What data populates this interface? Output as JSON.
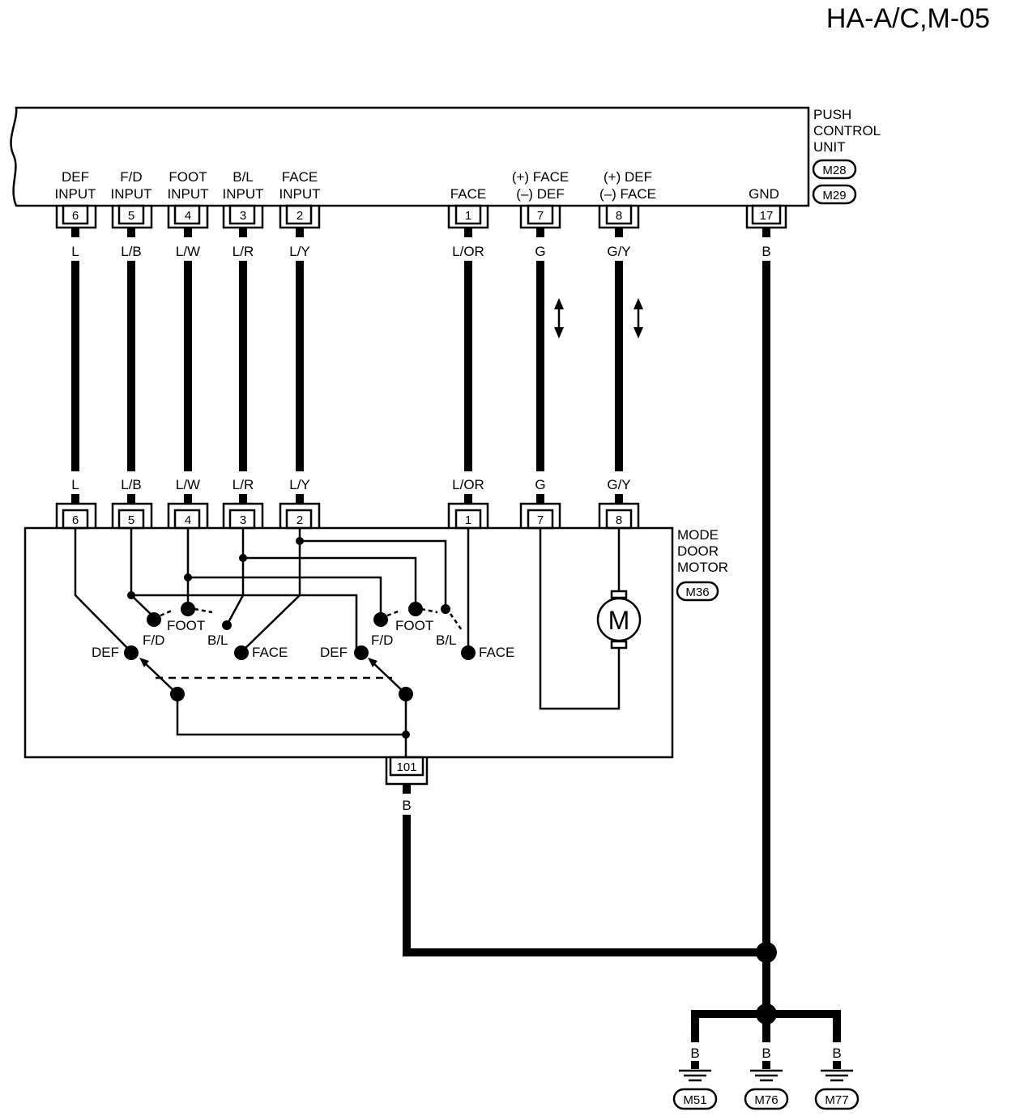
{
  "page_id": "HA-A/C,M-05",
  "push_control_unit": {
    "name_lines": [
      "PUSH",
      "CONTROL",
      "UNIT"
    ],
    "connectors": [
      "M28",
      "M29"
    ],
    "terminals": [
      {
        "label_lines": [
          "DEF",
          "INPUT"
        ],
        "pin": "6"
      },
      {
        "label_lines": [
          "F/D",
          "INPUT"
        ],
        "pin": "5"
      },
      {
        "label_lines": [
          "FOOT",
          "INPUT"
        ],
        "pin": "4"
      },
      {
        "label_lines": [
          "B/L",
          "INPUT"
        ],
        "pin": "3"
      },
      {
        "label_lines": [
          "FACE",
          "INPUT"
        ],
        "pin": "2"
      },
      {
        "label_lines": [
          "FACE"
        ],
        "pin": "1"
      },
      {
        "label_lines": [
          "(+) FACE",
          "(–) DEF"
        ],
        "pin": "7"
      },
      {
        "label_lines": [
          "(+) DEF",
          "(–) FACE"
        ],
        "pin": "8"
      },
      {
        "label_lines": [
          "GND"
        ],
        "pin": "17"
      }
    ]
  },
  "wires": [
    "L",
    "L/B",
    "L/W",
    "L/R",
    "L/Y",
    "L/OR",
    "G",
    "G/Y",
    "B"
  ],
  "mode_door_motor": {
    "name_lines": [
      "MODE",
      "DOOR",
      "MOTOR"
    ],
    "connector": "M36",
    "terminals": [
      "6",
      "5",
      "4",
      "3",
      "2",
      "1",
      "7",
      "8"
    ],
    "ground_terminal": "101",
    "ground_wire": "B",
    "motor_symbol": "M",
    "switch_labels": {
      "foot": "FOOT",
      "fd": "F/D",
      "bl": "B/L",
      "def": "DEF",
      "face": "FACE"
    }
  },
  "grounds": [
    {
      "wire": "B",
      "connector": "M51"
    },
    {
      "wire": "B",
      "connector": "M76"
    },
    {
      "wire": "B",
      "connector": "M77"
    }
  ]
}
